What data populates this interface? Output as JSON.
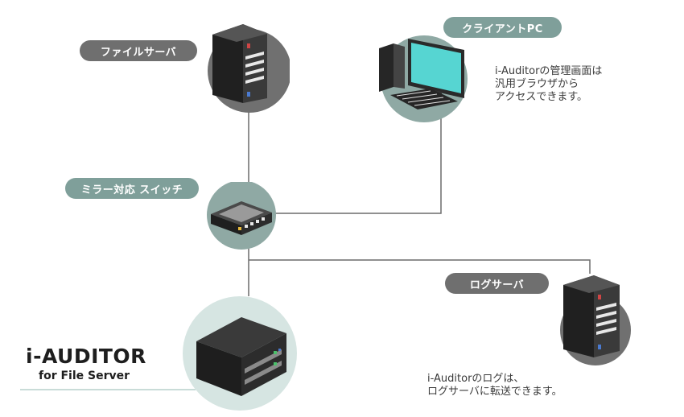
{
  "colors": {
    "label_gray": "#6f6f6f",
    "label_teal": "#7f9f9a",
    "circle_gray": "#707070",
    "circle_teal": "#8fa9a4",
    "circle_light": "#d6e5e2",
    "line": "#6b6b6b",
    "monitor_screen": "#56d5d2"
  },
  "labels": {
    "file_server": "ファイルサーバ",
    "client_pc": "クライアントPC",
    "mirror_switch": "ミラー対応 スイッチ",
    "log_server": "ログサーバ"
  },
  "notes": {
    "client": [
      "i-Auditorの管理画面は",
      "汎用ブラウザから",
      "アクセスできます。"
    ],
    "log": [
      "i-Auditorのログは、",
      "ログサーバに転送できます。"
    ]
  },
  "logo": {
    "main": "i-AUDITOR",
    "sub": "for File Server"
  },
  "icons": {
    "file_server": "server-tower-icon",
    "client_pc": "desktop-pc-icon",
    "switch": "network-switch-icon",
    "log_server": "server-tower-icon",
    "appliance": "rack-appliance-icon"
  }
}
